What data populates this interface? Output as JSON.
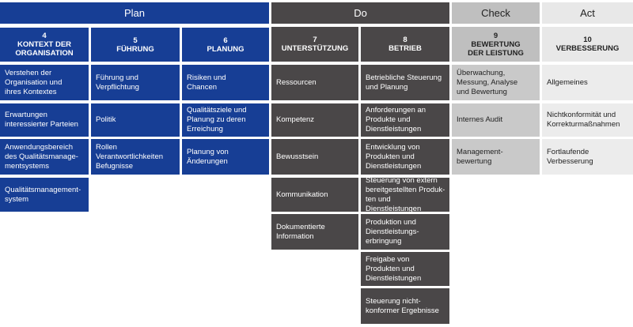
{
  "phases": {
    "plan": "Plan",
    "do": "Do",
    "check": "Check",
    "act": "Act"
  },
  "columns": {
    "c4": {
      "num": "4",
      "title": "KONTEXT DER\nORGANISATION",
      "items": [
        "Verstehen der\nOrganisation und\nihres Kontextes",
        "Erwartungen\ninteressierter Parteien",
        "Anwendungsbereich\ndes Qualitätsmanage-\nmentsystems",
        "Qualitätsmanagement-\nsystem"
      ]
    },
    "c5": {
      "num": "5",
      "title": "FÜHRUNG",
      "items": [
        "Führung und\nVerpflichtung",
        "Politik",
        "Rollen\nVerantwortlichkeiten\nBefugnisse"
      ]
    },
    "c6": {
      "num": "6",
      "title": "PLANUNG",
      "items": [
        "Risiken und\nChancen",
        "Qualitätsziele und\nPlanung zu deren\nErreichung",
        "Planung von\nÄnderungen"
      ]
    },
    "c7": {
      "num": "7",
      "title": "UNTERSTÜTZUNG",
      "items": [
        "Ressourcen",
        "Kompetenz",
        "Bewusstsein",
        "Kommunikation",
        "Dokumentierte\nInformation"
      ]
    },
    "c8": {
      "num": "8",
      "title": "BETRIEB",
      "items": [
        "Betriebliche Steuerung\nund Planung",
        "Anforderungen an\nProdukte und\nDienstleistungen",
        "Entwicklung von\nProdukten und\nDienstleistungen",
        "Steuerung von extern\nbereitgestellten Produk-\nten und Dienstleistungen",
        "Produktion und\nDienstleistungs-\nerbringung",
        "Freigabe von\nProdukten und\nDienstleistungen",
        "Steuerung nicht-\nkonformer Ergebnisse"
      ]
    },
    "c9": {
      "num": "9",
      "title": "BEWERTUNG\nDER LEISTUNG",
      "items": [
        "Überwachung,\nMessung, Analyse\nund Bewertung",
        "Internes Audit",
        "Management-\nbewertung"
      ]
    },
    "c10": {
      "num": "10",
      "title": "VERBESSERUNG",
      "items": [
        "Allgemeines",
        "Nichtkonformität und\nKorrekturmaßnahmen",
        "Fortlaufende\nVerbesserung"
      ]
    }
  }
}
